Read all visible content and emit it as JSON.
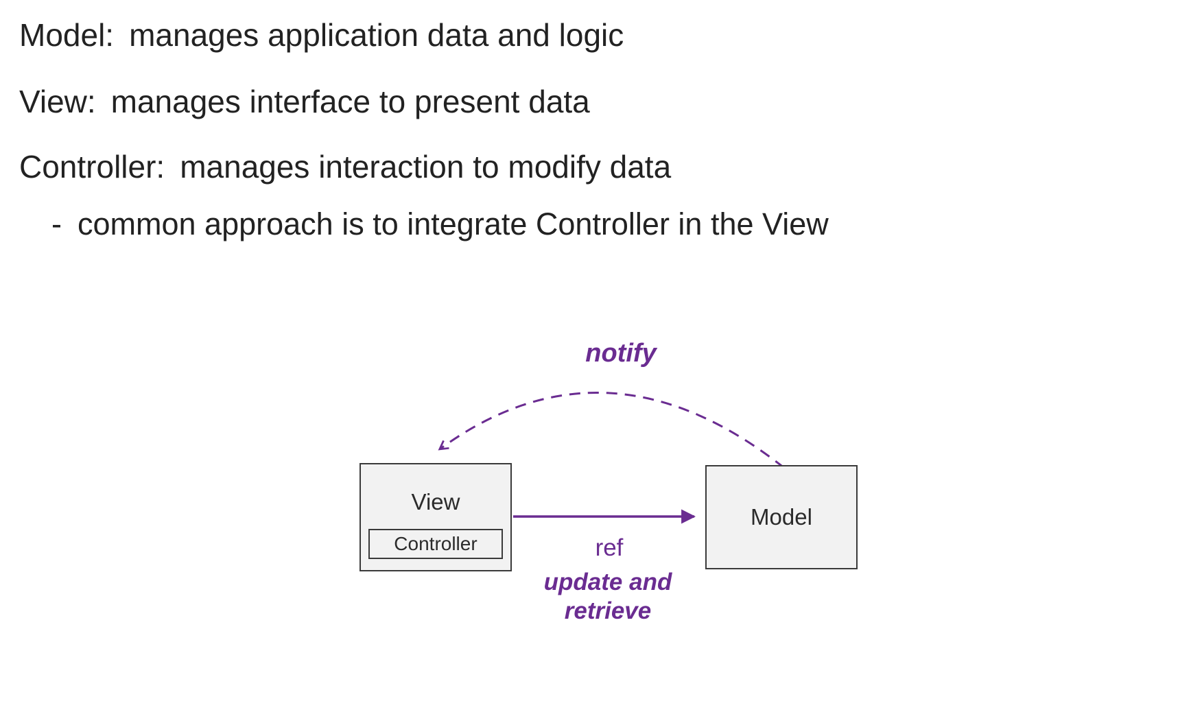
{
  "colors": {
    "background": "#ffffff",
    "text": "#222222",
    "purple": "#6a2c91",
    "box_fill": "#f2f2f2",
    "box_border": "#3a3a3a"
  },
  "definitions": {
    "model": {
      "term": "Model:",
      "desc": "manages application data and logic"
    },
    "view": {
      "term": "View:",
      "desc": "manages interface to present data"
    },
    "controller": {
      "term": "Controller:",
      "desc": "manages interaction to modify data"
    },
    "note": {
      "bullet": "-",
      "text": "common approach is to integrate Controller in the View"
    }
  },
  "diagram": {
    "view_label": "View",
    "controller_label": "Controller",
    "model_label": "Model",
    "notify_label": "notify",
    "ref_label": "ref",
    "update_label_line1": "update and",
    "update_label_line2": "retrieve"
  }
}
